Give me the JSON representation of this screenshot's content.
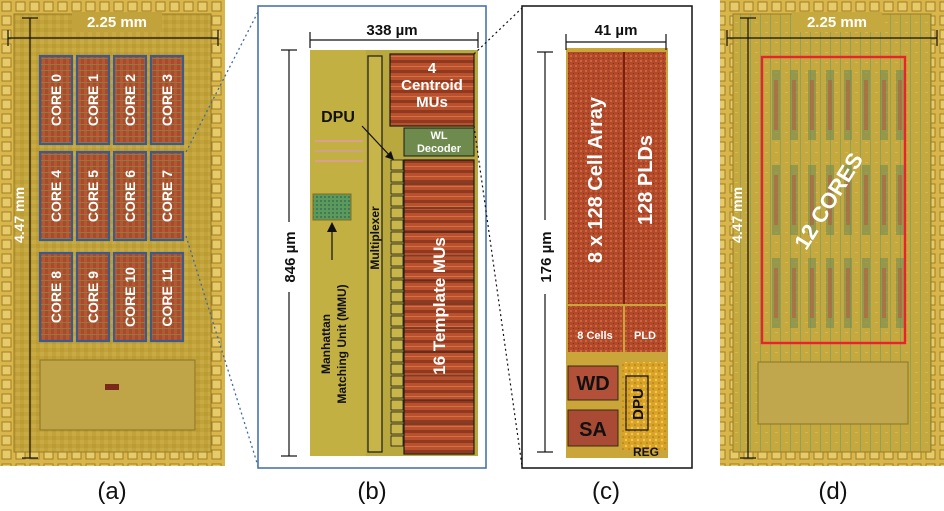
{
  "panel_a": {
    "width_label": "2.25 mm",
    "height_label": "4.47 mm",
    "cores": [
      "CORE 0",
      "CORE 1",
      "CORE 2",
      "CORE 3",
      "CORE 4",
      "CORE 5",
      "CORE 6",
      "CORE 7",
      "CORE 8",
      "CORE 9",
      "CORE 10",
      "CORE 11"
    ],
    "caption": "(a)"
  },
  "panel_b": {
    "width_label": "338 µm",
    "height_label": "846  µm",
    "dpu": "DPU",
    "centroid_line1": "4",
    "centroid_line2": "Centroid",
    "centroid_line3": "MUs",
    "wl_line1": "WL",
    "wl_line2": "Decoder",
    "multiplexer": "Multiplexer",
    "template": "16 Template MUs",
    "mmu_line1": "Manhattan",
    "mmu_line2": "Matching Unit (MMU)",
    "caption": "(b)"
  },
  "panel_c": {
    "width_label": "41 µm",
    "height_label": "176  µm",
    "cell_array": "8 x 128  Cell Array",
    "plds": "128  PLDs",
    "cells8": "8 Cells",
    "pld": "PLD",
    "wd": "WD",
    "sa": "SA",
    "dpu": "DPU",
    "reg": "REG",
    "caption": "(c)"
  },
  "panel_d": {
    "width_label": "2.25 mm",
    "height_label": "4.47 mm",
    "cores_label": "12 CORES",
    "caption": "(d)"
  },
  "colors": {
    "die_gold": "#c9a93a",
    "die_inner": "#b9a23e",
    "core_red": "#a8452a",
    "core_box": "#3b5b8e",
    "frame_blue": "#3e6aa8",
    "cores_outline": "#e8232b"
  }
}
